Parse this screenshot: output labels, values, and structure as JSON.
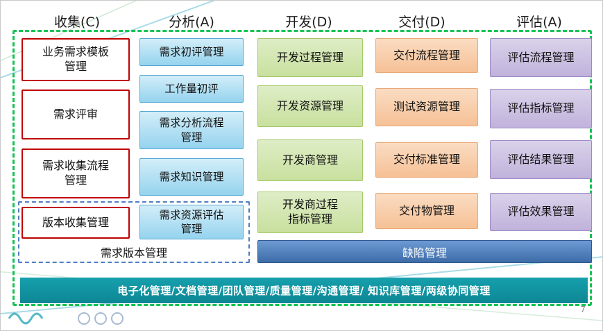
{
  "page": {
    "page_number": "7"
  },
  "headers": [
    "收集(C)",
    "分析(A)",
    "开发(D)",
    "交付(D)",
    "评估(A)"
  ],
  "columns": {
    "collect": {
      "boxes": [
        "业务需求模板管理",
        "需求评审",
        "需求收集流程管理",
        "版本收集管理"
      ]
    },
    "analyze": {
      "boxes": [
        "需求初评管理",
        "工作量初评",
        "需求分析流程管理",
        "需求知识管理",
        "需求资源评估管理"
      ]
    },
    "develop": {
      "boxes": [
        "开发过程管理",
        "开发资源管理",
        "开发商管理",
        "开发商过程指标管理"
      ]
    },
    "deliver": {
      "boxes": [
        "交付流程管理",
        "测试资源管理",
        "交付标准管理",
        "交付物管理"
      ]
    },
    "evaluate": {
      "boxes": [
        "评估流程管理",
        "评估指标管理",
        "评估结果管理",
        "评估效果管理"
      ]
    }
  },
  "groups": {
    "req_version": "需求版本管理"
  },
  "bars": {
    "defect": "缺陷管理",
    "bottom": "电子化管理/文档管理/团队管理/质量管理/沟通管理/ 知识库管理/两级协同管理"
  },
  "colors": {
    "red_border": "#C00000",
    "blue_box": "#9AD4EE",
    "green_box": "#CDE3A6",
    "orange_box": "#F8C59E",
    "purple_box": "#C5B8DE",
    "defect_bar": "#4375B0",
    "bottom_bar": "#11919E",
    "outer_dashed": "#15C353",
    "inner_dashed": "#4F7EC0"
  }
}
